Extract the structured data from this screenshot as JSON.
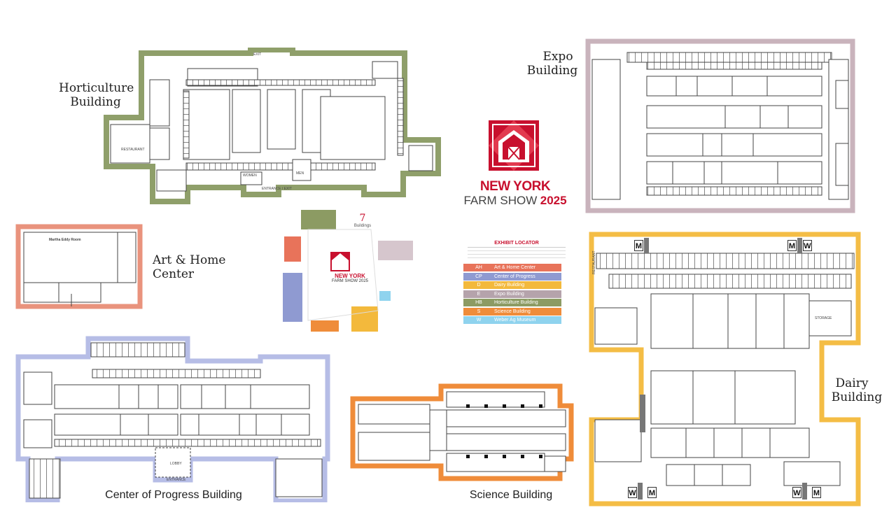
{
  "buildings": {
    "horticulture": {
      "label_line1": "Horticulture",
      "label_line2": "Building",
      "rooms": {
        "restaurant": "RESTAURANT",
        "women": "WOMEN",
        "men": "MEN",
        "entrance_exit": "ENTRANCE / EXIT",
        "exit": "EXIT"
      }
    },
    "expo": {
      "label_line1": "Expo",
      "label_line2": "Building"
    },
    "art_home": {
      "label_line1": "Art & Home",
      "label_line2": "Center",
      "room": "Martha Eddy Room"
    },
    "center_progress": {
      "label": "Center of Progress Building",
      "entrance": "ENTRANCE",
      "lobby": "LOBBY"
    },
    "science": {
      "label": "Science Building"
    },
    "dairy": {
      "label_line1": "Dairy",
      "label_line2": "Building",
      "restaurant": "RESTAURANT",
      "storage": "STORAGE"
    }
  },
  "logo": {
    "line1": "NEW YORK",
    "line2": "FARM SHOW",
    "year": "2025",
    "brand_color": "#c8102e"
  },
  "overview": {
    "count": "7",
    "count_label": "Buildings",
    "logo_line1": "NEW YORK",
    "logo_line2": "FARM SHOW 2025"
  },
  "legend": {
    "title": "EXHIBIT LOCATOR",
    "rows": [
      {
        "code": "AH",
        "name": "Art & Home Center",
        "color": "#e8735a"
      },
      {
        "code": "CP",
        "name": "Center of Progress",
        "color": "#8f9ad1"
      },
      {
        "code": "D",
        "name": "Dairy Building",
        "color": "#f3b93c"
      },
      {
        "code": "E",
        "name": "Expo Building",
        "color": "#b5a3ab"
      },
      {
        "code": "HB",
        "name": "Horticulture Building",
        "color": "#8c9b63"
      },
      {
        "code": "S",
        "name": "Science Building",
        "color": "#ef8c3a"
      },
      {
        "code": "W",
        "name": "Weber Ag Museum",
        "color": "#8fd3ee"
      }
    ]
  },
  "markers": {
    "m": "M",
    "w": "W"
  }
}
